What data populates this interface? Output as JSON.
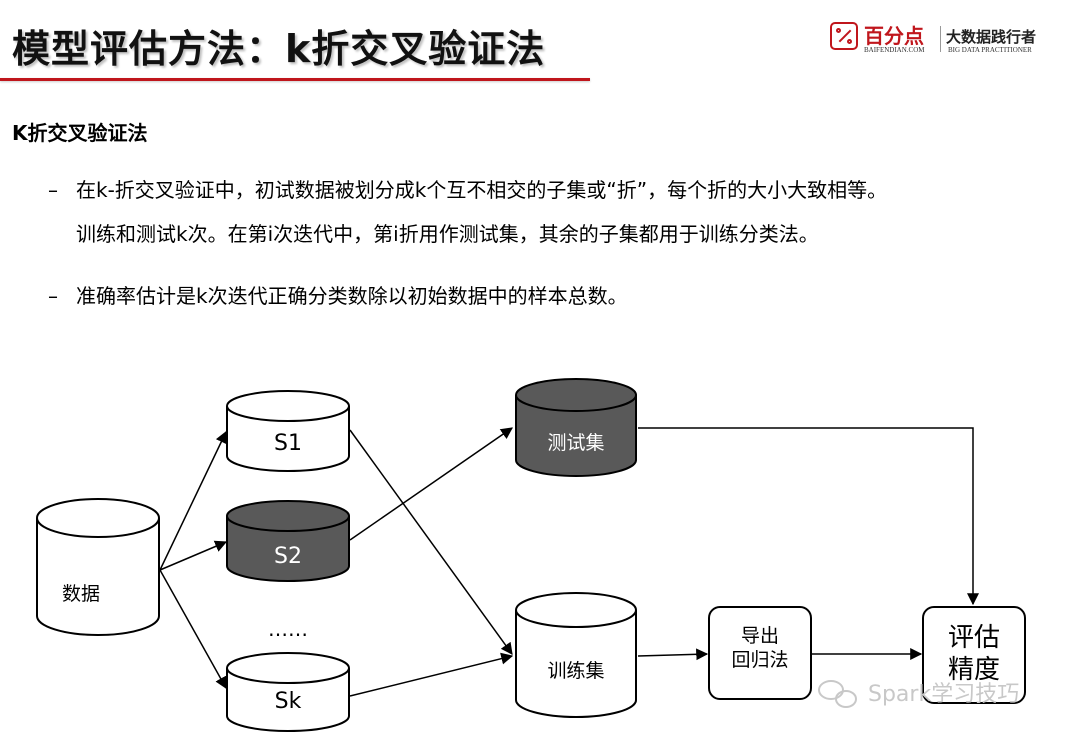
{
  "header": {
    "title": "模型评估方法：k折交叉验证法",
    "logo": {
      "brand_cn": "百分点",
      "brand_en": "BAIFENDIAN.COM",
      "slogan_cn": "大数据践行者",
      "slogan_en": "BIG DATA PRACTITIONER",
      "accent_color": "#c0161c"
    }
  },
  "content": {
    "subheading": "K折交叉验证法",
    "bullet_marker": "–",
    "bullets": [
      {
        "line1": "在k-折交叉验证中，初试数据被划分成k个互不相交的子集或“折”，每个折的大小大致相等。",
        "line2": "训练和测试k次。在第i次迭代中，第i折用作测试集，其余的子集都用于训练分类法。"
      },
      {
        "line1": "准确率估计是k次迭代正确分类数除以初始数据中的样本总数。"
      }
    ]
  },
  "diagram": {
    "nodes": {
      "data": "数据",
      "s1": "S1",
      "s2": "S2",
      "ellipsis": "……",
      "sk": "Sk",
      "test_set": "测试集",
      "train_set": "训练集",
      "derive_line1": "导出",
      "derive_line2": "回归法",
      "eval_line1": "评估",
      "eval_line2": "精度"
    },
    "colors": {
      "dark_fill": "#595959",
      "light_fill": "#ffffff",
      "stroke": "#000000"
    }
  },
  "watermark": "Spark学习技巧"
}
